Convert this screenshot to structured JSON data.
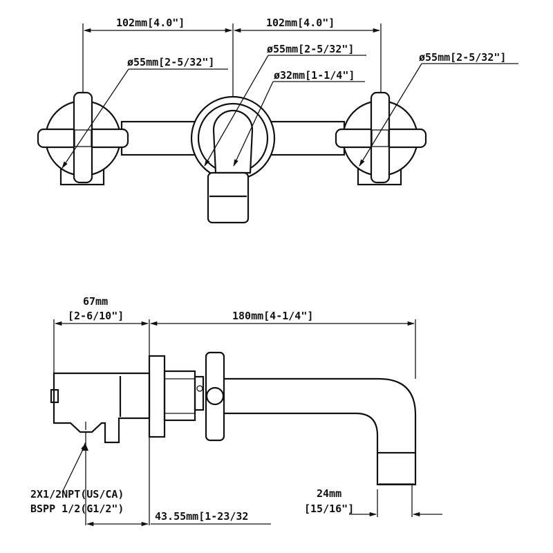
{
  "front_view": {
    "dim_left_spacing": "102mm[4.0\"]",
    "dim_right_spacing": "102mm[4.0\"]",
    "dim_left_handle": "ø55mm[2-5/32\"]",
    "dim_center_escutcheon": "ø55mm[2-5/32\"]",
    "dim_spout": "ø32mm[1-1/4\"]",
    "dim_right_handle": "ø55mm[2-5/32\"]"
  },
  "side_view": {
    "dim_depth_mm": "67mm",
    "dim_depth_in": "[2-6/10\"]",
    "dim_spout_reach": "180mm[4-1/4\"]",
    "dim_outlet_mm": "24mm",
    "dim_outlet_in": "[15/16\"]",
    "dim_wall_offset": "43.55mm[1-23/32",
    "connection_note_line1": "2X1/2NPT(US/CA)",
    "connection_note_line2": "BSPP 1/2(G1/2\")"
  },
  "colors": {
    "line": "#111111",
    "background": "#ffffff"
  }
}
